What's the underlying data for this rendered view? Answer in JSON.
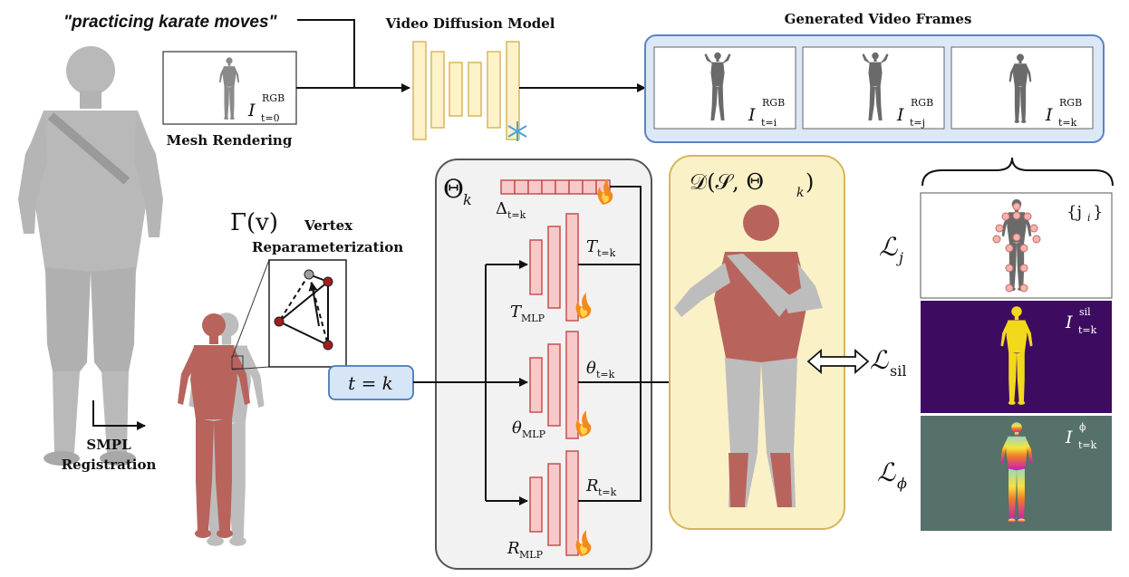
{
  "labels": {
    "prompt": "\"practicing karate moves\"",
    "video_diffusion_model": "Video Diffusion Model",
    "generated_video_frames": "Generated Video Frames",
    "mesh_rendering": "Mesh Rendering",
    "vertex_reparam_line1": "Vertex",
    "vertex_reparam_line2": "Reparameterization",
    "smpl_line1": "SMPL",
    "smpl_line2": "Registration"
  },
  "math": {
    "gamma_v": "Γ(v)",
    "theta_k": "Θ",
    "theta_k_sub": "k",
    "delta": "Δ",
    "delta_sub": "t=k",
    "t_eq_k": "t = k",
    "decoder": "𝒟(𝒮, Θ",
    "decoder_sub": "k",
    "decoder_close": ")",
    "T": "T",
    "T_sub": "t=k",
    "T_mlp": "T",
    "T_mlp_sub": "MLP",
    "theta": "θ",
    "theta_sub": "t=k",
    "theta_mlp": "θ",
    "theta_mlp_sub": "MLP",
    "R": "R",
    "R_sub": "t=k",
    "R_mlp": "R",
    "R_mlp_sub": "MLP",
    "I": "I",
    "rgb": "RGB",
    "t0": "t=0",
    "ti": "t=i",
    "tj": "t=j",
    "tk": "t=k",
    "sil": "sil",
    "phi": "ϕ",
    "ji": "{j",
    "ji_sub": "i",
    "ji_close": "}",
    "L": "ℒ",
    "L_j": "j",
    "L_sil": "sil",
    "L_phi": "ϕ"
  },
  "colors": {
    "frames_box_fill": "#dde8f6",
    "frames_box_stroke": "#5b84c4",
    "yellow_fill": "#fbf1c7",
    "yellow_stroke": "#d7b55a",
    "gray_box_fill": "#f2f2f2",
    "gray_box_stroke": "#555555",
    "mlp_fill": "#f8c9c9",
    "mlp_stroke": "#c85050",
    "mesh_gray": "#b9b9b9",
    "mesh_red": "#b8645c",
    "sil_bg": "#3d0c60",
    "sil_fg": "#f2d91c",
    "normal_bg": "#56706a",
    "t_box_fill": "#d6e6f7",
    "t_box_stroke": "#4a78b5"
  }
}
